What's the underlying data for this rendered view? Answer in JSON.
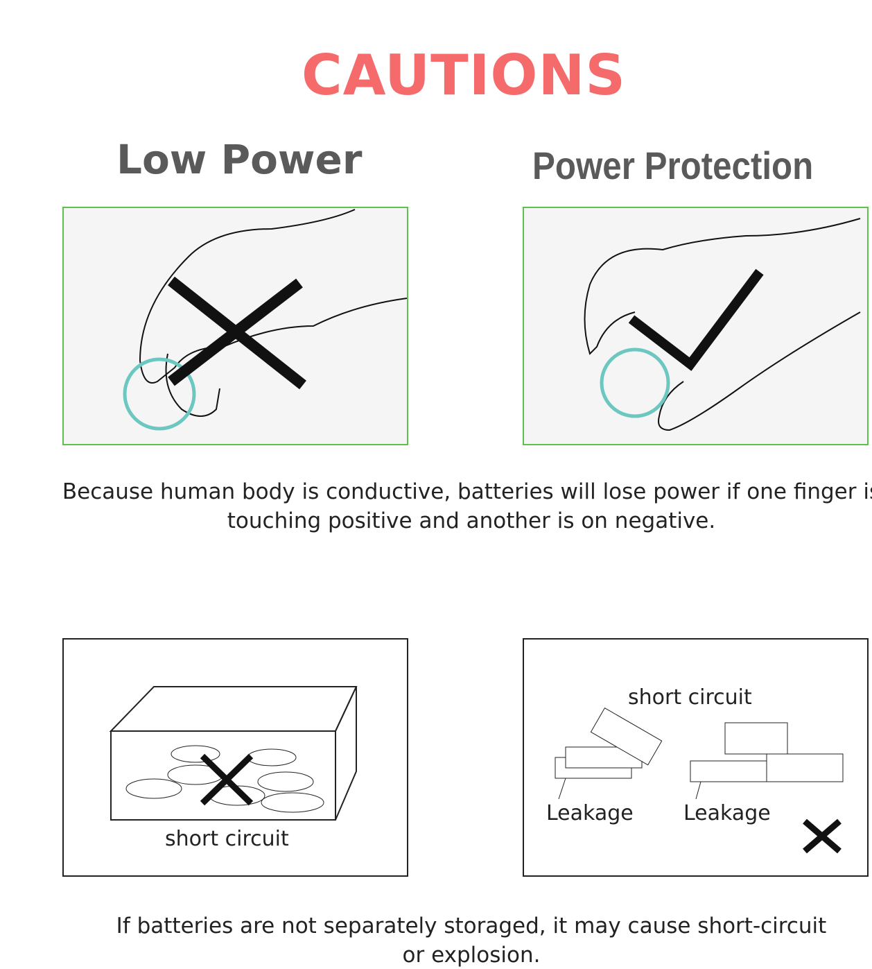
{
  "title": "CAUTIONS",
  "title_color": "#f56a6a",
  "sections": {
    "low_power": "Low Power",
    "power_protection": "Power Protection"
  },
  "note1": "Because human body is conductive, batteries will lose power if one finger is touching positive and another is on negative.",
  "panel3": {
    "label": "short circuit"
  },
  "panel4": {
    "short_circuit": "short circuit",
    "leakage_left": "Leakage",
    "leakage_right": "Leakage"
  },
  "note2": "If batteries are not separately storaged, it may cause short-circuit or explosion."
}
